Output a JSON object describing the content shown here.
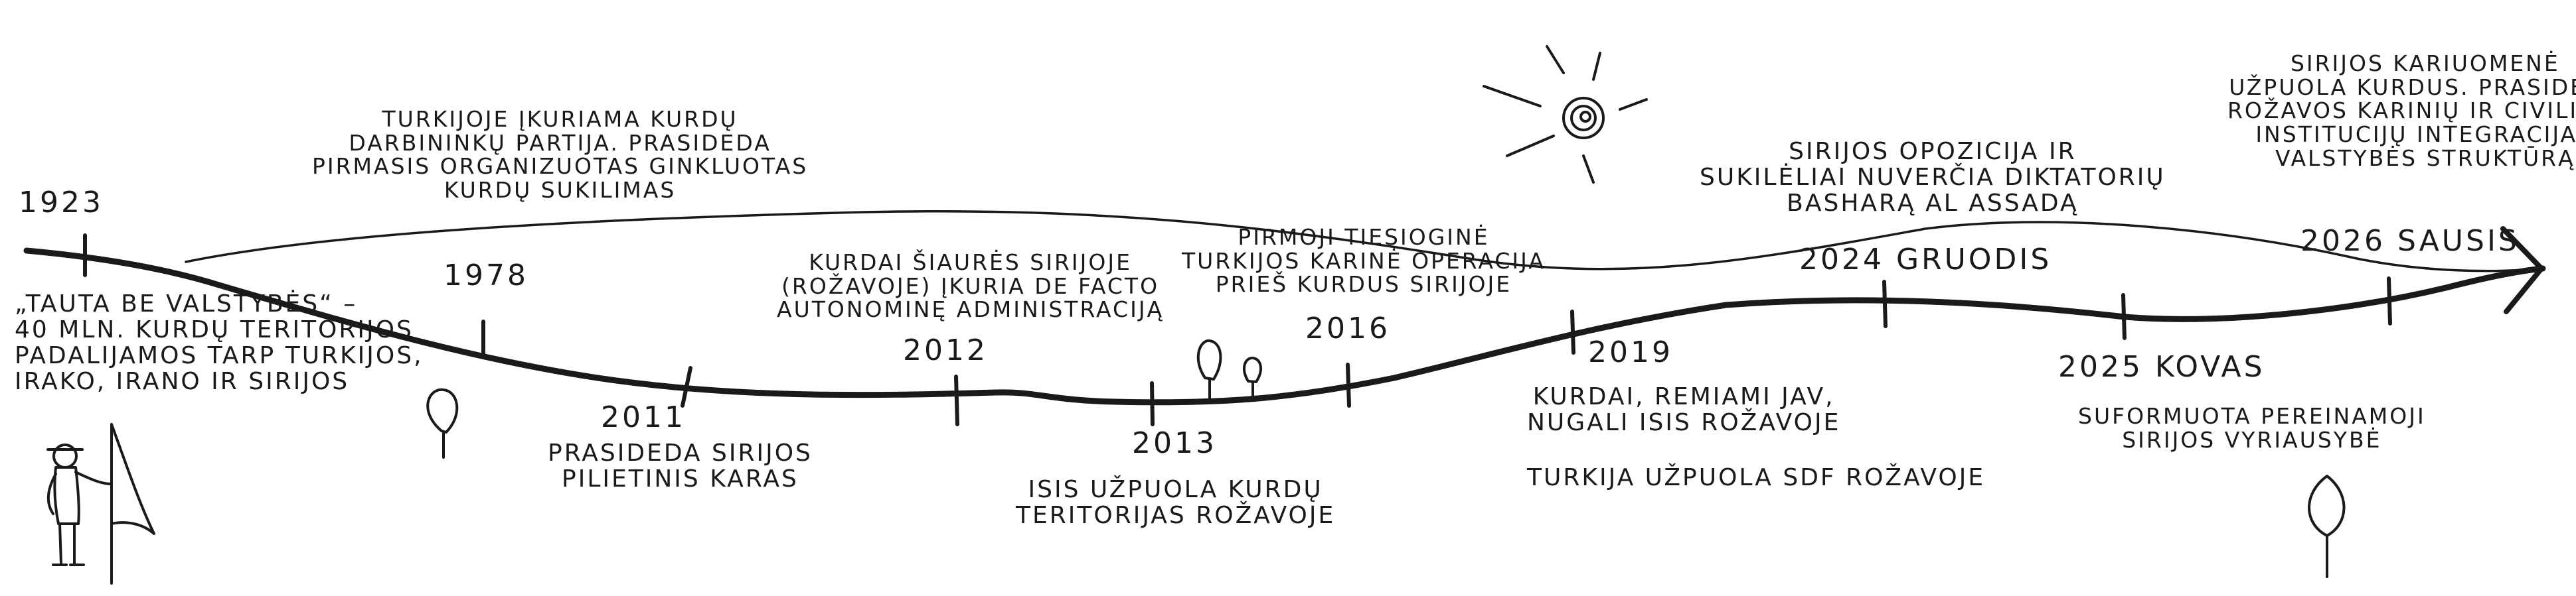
{
  "years": {
    "y1923": "1923",
    "y1978": "1978",
    "y2011": "2011",
    "y2012": "2012",
    "y2013": "2013",
    "y2016": "2016",
    "y2019": "2019",
    "y2024": "2024 gruodis",
    "y2025": "2025 kovas",
    "y2026": "2026 sausis"
  },
  "events": {
    "e1923": [
      "„Tauta be valstybės“ –",
      "40 mln. kurdų teritorijos",
      "padalijamos tarp Turkijos,",
      "Irako, Irano ir Sirijos"
    ],
    "e1978": [
      "Turkijoje įkuriama kurdų",
      "darbininkų partija. Prasideda",
      "pirmasis organizuotas ginkluotas",
      "kurdų sukilimas"
    ],
    "e2011": [
      "Prasideda Sirijos",
      "pilietinis karas"
    ],
    "e2012": [
      "Kurdai Šiaurės Sirijoje",
      "(Rožavoje) įkuria de facto",
      "autonominę administraciją"
    ],
    "e2013": [
      "ISIS užpuola kurdų",
      "teritorijas Rožavoje"
    ],
    "e2016": [
      "Pirmoji tiesioginė",
      "Turkijos karinė operacija",
      "prieš kurdus Sirijoje"
    ],
    "e2019a": [
      "Kurdai, remiami JAV,",
      "nugali ISIS Rožavoje"
    ],
    "e2019b": [
      "Turkija užpuola SDF Rožavoje"
    ],
    "e2024": [
      "Sirijos opozicija ir",
      "sukilėliai nuverčia diktatorių",
      "Basharą al Assadą"
    ],
    "e2025": [
      "Suformuota pereinamoji",
      "Sirijos vyriausybė"
    ],
    "e2026": [
      "Sirijos kariuomenė",
      "užpuola kurdus. Prasideda",
      "Rožavos karinių ir civilinių",
      "institucijų integracija į",
      "valstybės struktūrą"
    ]
  },
  "colors": {
    "ink": "#1a1a1a",
    "paper": "#ffffff"
  },
  "icons": [
    "sun-icon",
    "tree-icon",
    "person-with-flag-icon",
    "timeline-arrow-icon"
  ]
}
